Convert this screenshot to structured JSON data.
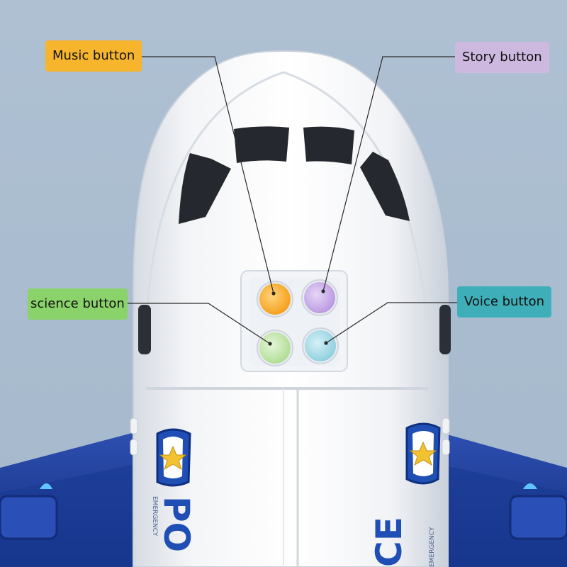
{
  "callouts": {
    "music": {
      "label": "Music button",
      "color": "#f6b52c"
    },
    "story": {
      "label": "Story button",
      "color": "#cdb8e0"
    },
    "science": {
      "label": "science button",
      "color": "#8ad36a"
    },
    "voice": {
      "label": "Voice button",
      "color": "#3eafb8"
    }
  },
  "buttons": {
    "music": {
      "color": "#f7a21b"
    },
    "story": {
      "color": "#c7a8e6"
    },
    "science": {
      "color": "#bfe6a6"
    },
    "voice": {
      "color": "#a9dde8"
    }
  },
  "livery": {
    "text_left": "PO",
    "text_right": "CE",
    "small_text": "EMERGENCY",
    "accent": "#1f4fb4",
    "badge_gold": "#f2c230"
  }
}
